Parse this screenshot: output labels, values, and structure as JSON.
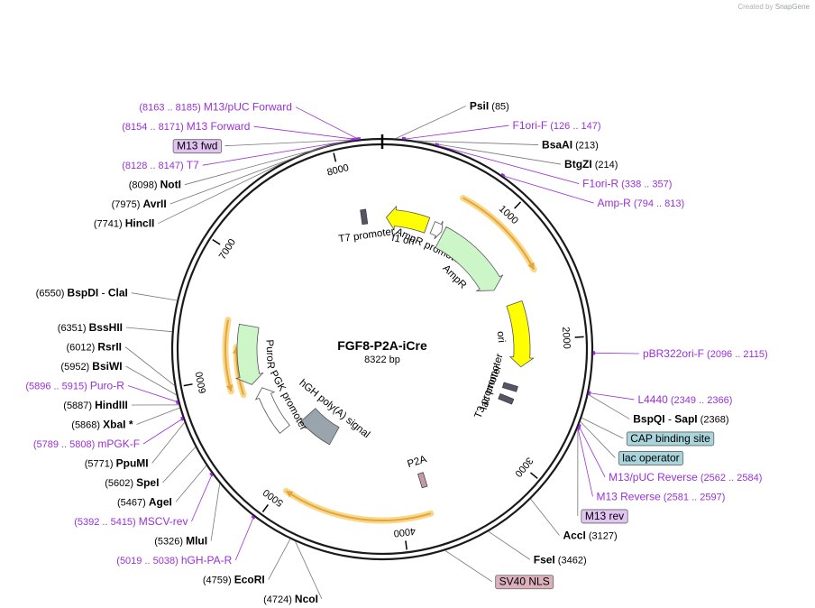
{
  "credit": {
    "prefix": "Created by",
    "brand": "SnapGene"
  },
  "plasmid": {
    "name": "FGF8-P2A-iCre",
    "size_label": "8322 bp",
    "total_bp": 8322
  },
  "ticks": [
    {
      "bp": 1000,
      "label": "1000"
    },
    {
      "bp": 2000,
      "label": "2000"
    },
    {
      "bp": 3000,
      "label": "3000"
    },
    {
      "bp": 4000,
      "label": "4000"
    },
    {
      "bp": 5000,
      "label": "5000"
    },
    {
      "bp": 6000,
      "label": "6000"
    },
    {
      "bp": 7000,
      "label": "7000"
    },
    {
      "bp": 8000,
      "label": "8000"
    }
  ],
  "enzymes": [
    {
      "name": "PsiI",
      "pos": "(85)",
      "bp": 85
    },
    {
      "name": "BsaAI",
      "pos": "(213)",
      "bp": 213
    },
    {
      "name": "BtgZI",
      "pos": "(214)",
      "bp": 214
    },
    {
      "name": "BspQI",
      "name2": "SapI",
      "pos": "(2368)",
      "bp": 2368
    },
    {
      "name": "AccI",
      "pos": "(3127)",
      "bp": 3127
    },
    {
      "name": "FseI",
      "pos": "(3462)",
      "bp": 3462
    },
    {
      "name": "NcoI",
      "pos": "(4724)",
      "bp": 4724
    },
    {
      "name": "EcoRI",
      "pos": "(4759)",
      "bp": 4759
    },
    {
      "name": "MluI",
      "pos": "(5326)",
      "bp": 5326
    },
    {
      "name": "AgeI",
      "pos": "(5467)",
      "bp": 5467
    },
    {
      "name": "SpeI",
      "pos": "(5602)",
      "bp": 5602
    },
    {
      "name": "PpuMI",
      "pos": "(5771)",
      "bp": 5771
    },
    {
      "name": "XbaI *",
      "pos": "(5868)",
      "bp": 5868
    },
    {
      "name": "HindIII",
      "pos": "(5887)",
      "bp": 5887
    },
    {
      "name": "BsiWI",
      "pos": "(5952)",
      "bp": 5952
    },
    {
      "name": "RsrII",
      "pos": "(6012)",
      "bp": 6012
    },
    {
      "name": "BssHII",
      "pos": "(6351)",
      "bp": 6351
    },
    {
      "name": "BspDI",
      "name2": "ClaI",
      "pos": "(6550)",
      "bp": 6550
    },
    {
      "name": "HincII",
      "pos": "(7741)",
      "bp": 7741
    },
    {
      "name": "AvrII",
      "pos": "(7975)",
      "bp": 7975
    },
    {
      "name": "NotI",
      "pos": "(8098)",
      "bp": 8098
    }
  ],
  "primers": [
    {
      "name": "F1ori-F",
      "range": "(126 .. 147)",
      "bp": 136
    },
    {
      "name": "F1ori-R",
      "range": "(338 .. 357)",
      "bp": 347
    },
    {
      "name": "Amp-R",
      "range": "(794 .. 813)",
      "bp": 803
    },
    {
      "name": "pBR322ori-F",
      "range": "(2096 .. 2115)",
      "bp": 2105
    },
    {
      "name": "L4440",
      "range": "(2349 .. 2366)",
      "bp": 2357
    },
    {
      "name": "M13/pUC Reverse",
      "range": "(2562 .. 2584)",
      "bp": 2573
    },
    {
      "name": "M13 Reverse",
      "range": "(2581 .. 2597)",
      "bp": 2589
    },
    {
      "name": "hGH-PA-R",
      "range": "(5019 .. 5038)",
      "bp": 5028
    },
    {
      "name": "MSCV-rev",
      "range": "(5392 .. 5415)",
      "bp": 5403
    },
    {
      "name": "mPGK-F",
      "range": "(5789 .. 5808)",
      "bp": 5798
    },
    {
      "name": "Puro-R",
      "range": "(5896 .. 5915)",
      "bp": 5905
    },
    {
      "name": "T7",
      "range": "(8128 .. 8147)",
      "bp": 8137
    },
    {
      "name": "M13 Forward",
      "range": "(8154 .. 8171)",
      "bp": 8162
    },
    {
      "name": "M13/pUC Forward",
      "range": "(8163 .. 8185)",
      "bp": 8174
    }
  ],
  "boxed_labels": [
    {
      "name": "M13 fwd",
      "kind": "primer",
      "bp": 8160
    },
    {
      "name": "CAP binding site",
      "kind": "feature",
      "bp": 2520
    },
    {
      "name": "lac operator",
      "kind": "feature",
      "bp": 2545
    },
    {
      "name": "M13 rev",
      "kind": "primer",
      "bp": 2590
    },
    {
      "name": "SV40 NLS",
      "kind": "feature",
      "bp": 3760
    }
  ],
  "features": [
    {
      "name": "f1 ori",
      "start": 40,
      "end": 460,
      "dir": -1,
      "color": "#ffff00",
      "type": "origin"
    },
    {
      "name": "AmpR promoter",
      "start": 520,
      "end": 620,
      "dir": 1,
      "color": "#ffffff",
      "type": "promoter"
    },
    {
      "name": "AmpR",
      "start": 640,
      "end": 1440,
      "dir": 1,
      "color": "#ccf6c8",
      "type": "cds"
    },
    {
      "name": "ori",
      "start": 1640,
      "end": 2250,
      "dir": 1,
      "color": "#ffff00",
      "type": "origin"
    },
    {
      "name": "lac promoter",
      "start": 2425,
      "end": 2500,
      "dir": 1,
      "color": "#ffffff",
      "type": "small"
    },
    {
      "name": "T3 promoter",
      "start": 2570,
      "end": 2605,
      "dir": 1,
      "color": "#ffffff",
      "type": "small"
    },
    {
      "name": "P2A",
      "start": 3730,
      "end": 3800,
      "dir": 1,
      "color": "#c49aa8",
      "type": "small"
    },
    {
      "name": "hGH poly(A) signal",
      "start": 4830,
      "end": 5280,
      "dir": 0,
      "color": "#9aa4ad",
      "type": "polyA"
    },
    {
      "name": "PGK promoter",
      "start": 5330,
      "end": 5830,
      "dir": 1,
      "color": "#ffffff",
      "type": "promoter"
    },
    {
      "name": "PuroR",
      "start": 5890,
      "end": 6470,
      "dir": -1,
      "color": "#ccf6c8",
      "type": "cds"
    },
    {
      "name": "T7 promoter",
      "start": 8130,
      "end": 8150,
      "dir": 1,
      "color": "#ffffff",
      "type": "small"
    }
  ],
  "orange_arcs": [
    {
      "start": 650,
      "end": 1440,
      "dir": 1
    },
    {
      "start": 3780,
      "end": 4950,
      "dir": 1
    },
    {
      "start": 5820,
      "end": 6260,
      "dir": 1
    },
    {
      "start": 5880,
      "end": 6490,
      "dir": -1
    }
  ],
  "colors": {
    "enzyme_text": "#000000",
    "primer_text": "#9b30d9",
    "primer_tick": "#9b30d9",
    "feature_box": "#a8d4dc",
    "primer_box": "#e2c4f2",
    "nls_box": "#dcb0bc",
    "arc_orange": "#e8a33a",
    "arc_glow": "#f7d98c",
    "backbone": "#1a1a1a"
  }
}
